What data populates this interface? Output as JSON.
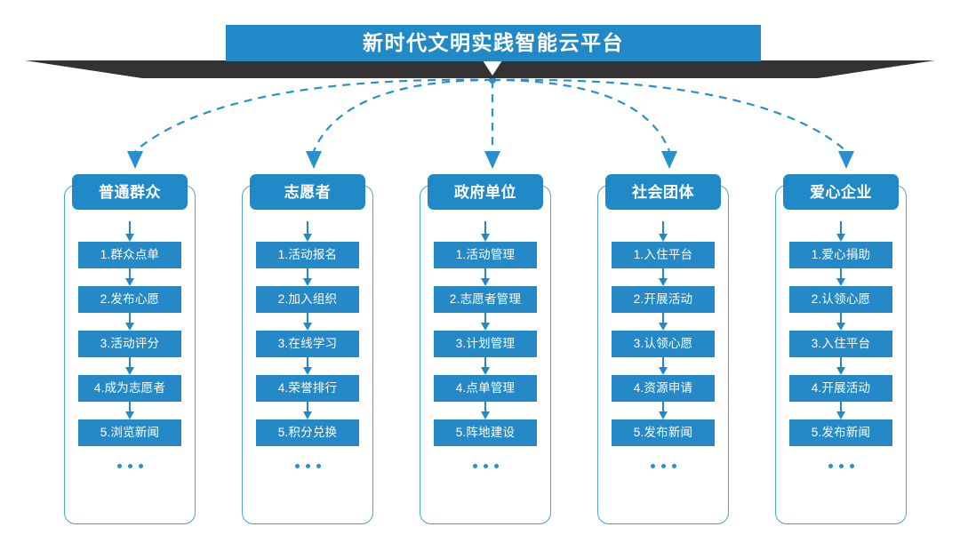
{
  "header": {
    "title": "新时代文明实践智能云平台",
    "banner_color": "#2189C8",
    "ribbon_color": "#333333"
  },
  "theme": {
    "primary": "#2189C8",
    "box": "#2489C6",
    "outline": "#4AA3D6",
    "connector": "#2A8FCC",
    "text_on_primary": "#FFFFFF",
    "background": "#FFFFFF"
  },
  "ellipsis_glyph": "...",
  "columns": [
    {
      "header": "普通群众",
      "items": [
        "1.群众点单",
        "2.发布心愿",
        "3.活动评分",
        "4.成为志愿者",
        "5.浏览新闻"
      ]
    },
    {
      "header": "志愿者",
      "items": [
        "1.活动报名",
        "2.加入组织",
        "3.在线学习",
        "4.荣誉排行",
        "5.积分兑换"
      ]
    },
    {
      "header": "政府单位",
      "items": [
        "1.活动管理",
        "2.志愿者管理",
        "3.计划管理",
        "4.点单管理",
        "5.阵地建设"
      ]
    },
    {
      "header": "社会团体",
      "items": [
        "1.入住平台",
        "2.开展活动",
        "3.认领心愿",
        "4.资源申请",
        "5.发布新闻"
      ]
    },
    {
      "header": "爱心企业",
      "items": [
        "1.爱心捐助",
        "2.认领心愿",
        "3.入住平台",
        "4.开展活动",
        "5.发布新闻"
      ]
    }
  ]
}
